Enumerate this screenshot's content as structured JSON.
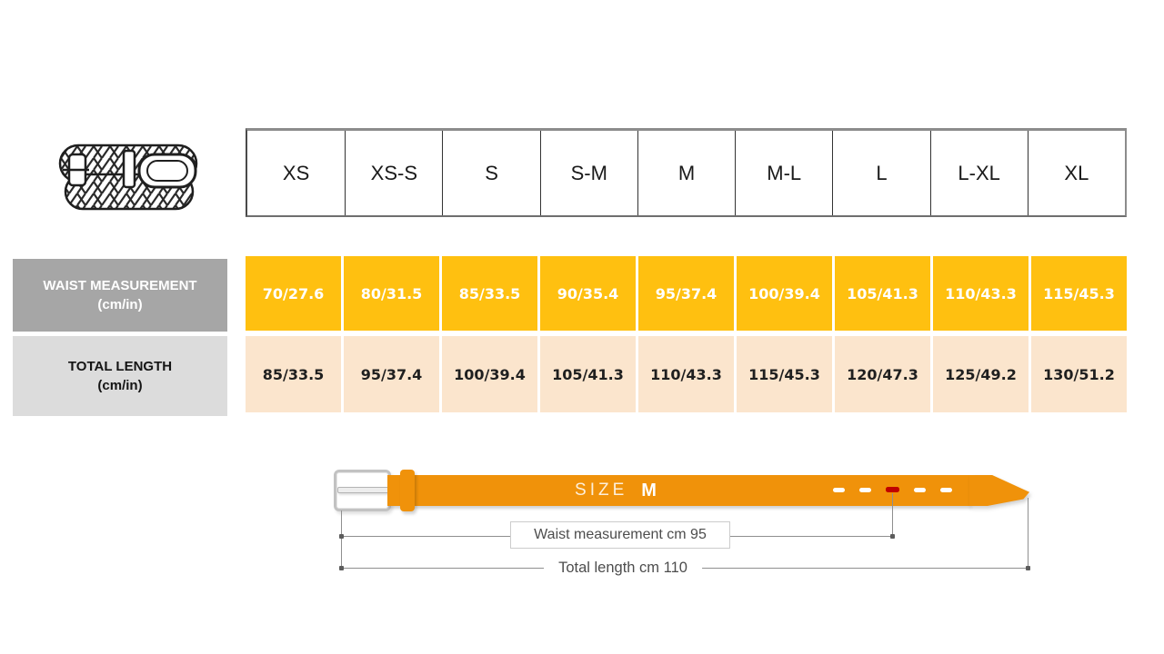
{
  "chart_data": {
    "type": "table",
    "title": "",
    "columns": [
      "XS",
      "XS-S",
      "S",
      "S-M",
      "M",
      "M-L",
      "L",
      "L-XL",
      "XL"
    ],
    "rows": [
      {
        "header": "WAIST MEASUREMENT",
        "unit": "(cm/in)",
        "values": [
          "70/27.6",
          "80/31.5",
          "85/33.5",
          "90/35.4",
          "95/37.4",
          "100/39.4",
          "105/41.3",
          "110/43.3",
          "115/45.3"
        ]
      },
      {
        "header": "TOTAL LENGTH",
        "unit": "(cm/in)",
        "values": [
          "85/33.5",
          "95/37.4",
          "100/39.4",
          "105/41.3",
          "110/43.3",
          "115/45.3",
          "120/47.3",
          "125/49.2",
          "130/51.2"
        ]
      }
    ]
  },
  "diagram": {
    "size_word": "SIZE",
    "size_value": "M",
    "waist_annotation": "Waist measurement cm 95",
    "length_annotation": "Total length cm 110",
    "holes": [
      "white",
      "white",
      "red",
      "white",
      "white"
    ]
  },
  "icons": {
    "belt_icon": "braided-belt-icon"
  },
  "colors": {
    "waist_cell": "#FFC010",
    "length_cell": "#FBE5CD",
    "waist_header_bg": "#A6A6A6",
    "length_header_bg": "#DCDCDC",
    "belt_orange": "#F0920A",
    "hole_red": "#C00000",
    "dim_line": "#8F8F8F"
  }
}
